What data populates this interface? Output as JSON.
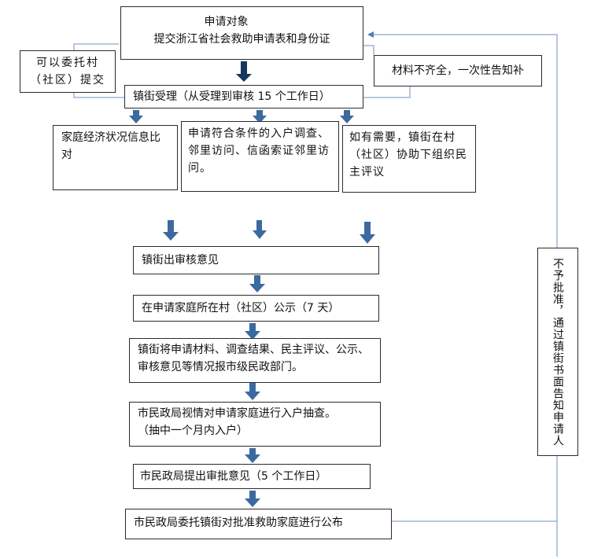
{
  "nodes": {
    "apply": {
      "line1": "申请对象",
      "line2": "提交浙江省社会救助申请表和身份证"
    },
    "village_submit": {
      "line1": "可以委托村",
      "line2": "（社区）提交"
    },
    "incomplete": "材料不齐全，一次性告知补",
    "accept": "镇街受理（从受理到审核 15 个工作日）",
    "econ_check": "家庭经济状况信息比对",
    "home_survey": "申请符合条件的入户调查、邻里访问、信函索证邻里访问。",
    "democratic": "如有需要，镇街在村（社区）协助下组织民主评议",
    "review_opinion": "镇街出审核意见",
    "publicity": "在申请家庭所在村（社区）公示（7 天）",
    "report": "镇街将申请材料、调查结果、民主评议、公示、审核意见等情况报市级民政部门。",
    "spot_check": {
      "line1": "市民政局视情对申请家庭进行入户抽查。",
      "line2": "（抽中一个月内入户）"
    },
    "approval": "市民政局提出审批意见（5 个工作日）",
    "announce": "市民政局委托镇街对批准救助家庭进行公布",
    "reject": "不予批准，通过镇街书面告知申请人"
  },
  "colors": {
    "arrow_fill": "#3c6aa0",
    "arrow_dark": "#17365d",
    "connector": "#6f8fc0",
    "border": "#2b2b2b"
  }
}
